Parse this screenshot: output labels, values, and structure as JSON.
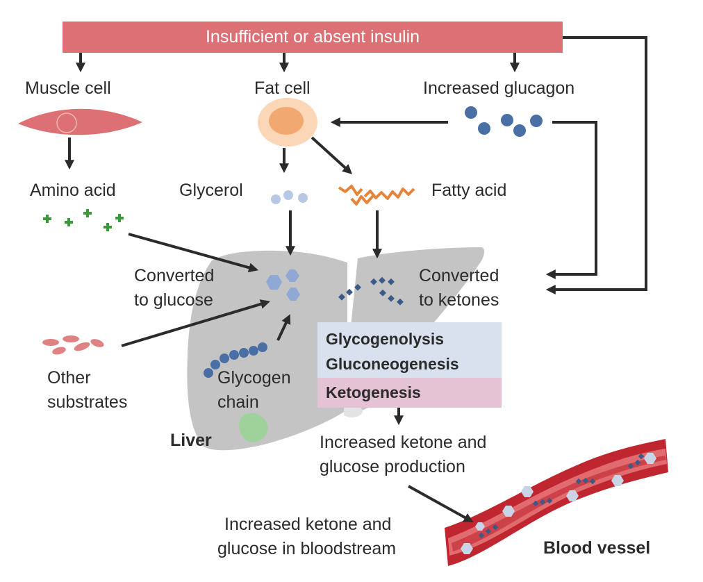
{
  "banner": "Insufficient or absent insulin",
  "labels": {
    "muscle_cell": "Muscle cell",
    "fat_cell": "Fat cell",
    "increased_glucagon": "Increased glucagon",
    "amino_acid": "Amino acid",
    "glycerol": "Glycerol",
    "fatty_acid": "Fatty acid",
    "converted_glucose_1": "Converted",
    "converted_glucose_2": "to glucose",
    "converted_ketones_1": "Converted",
    "converted_ketones_2": "to ketones",
    "other_substrates_1": "Other",
    "other_substrates_2": "substrates",
    "glycogen_chain_1": "Glycogen",
    "glycogen_chain_2": "chain",
    "liver": "Liver",
    "ketone_glucose_production_1": "Increased ketone and",
    "ketone_glucose_production_2": "glucose production",
    "ketone_glucose_blood_1": "Increased ketone and",
    "ketone_glucose_blood_2": "glucose in bloodstream",
    "blood_vessel": "Blood vessel"
  },
  "processes": {
    "glycogenolysis": "Glycogenolysis",
    "gluconeogenesis": "Gluconeogenesis",
    "ketogenesis": "Ketogenesis"
  },
  "colors": {
    "banner": "#dc7074",
    "arrow": "#2b2b2b",
    "liver": "#c4c4c4",
    "glucagon": "#4a6fa5",
    "amino_acid": "#3a9a3a",
    "fatty_acid": "#e8843a",
    "ketone": "#3b5a8a",
    "glucose": "#9fb5d8",
    "vessel": "#c0262f",
    "process_blue": "#d9e1ee",
    "process_pink": "#e5c3d4"
  }
}
